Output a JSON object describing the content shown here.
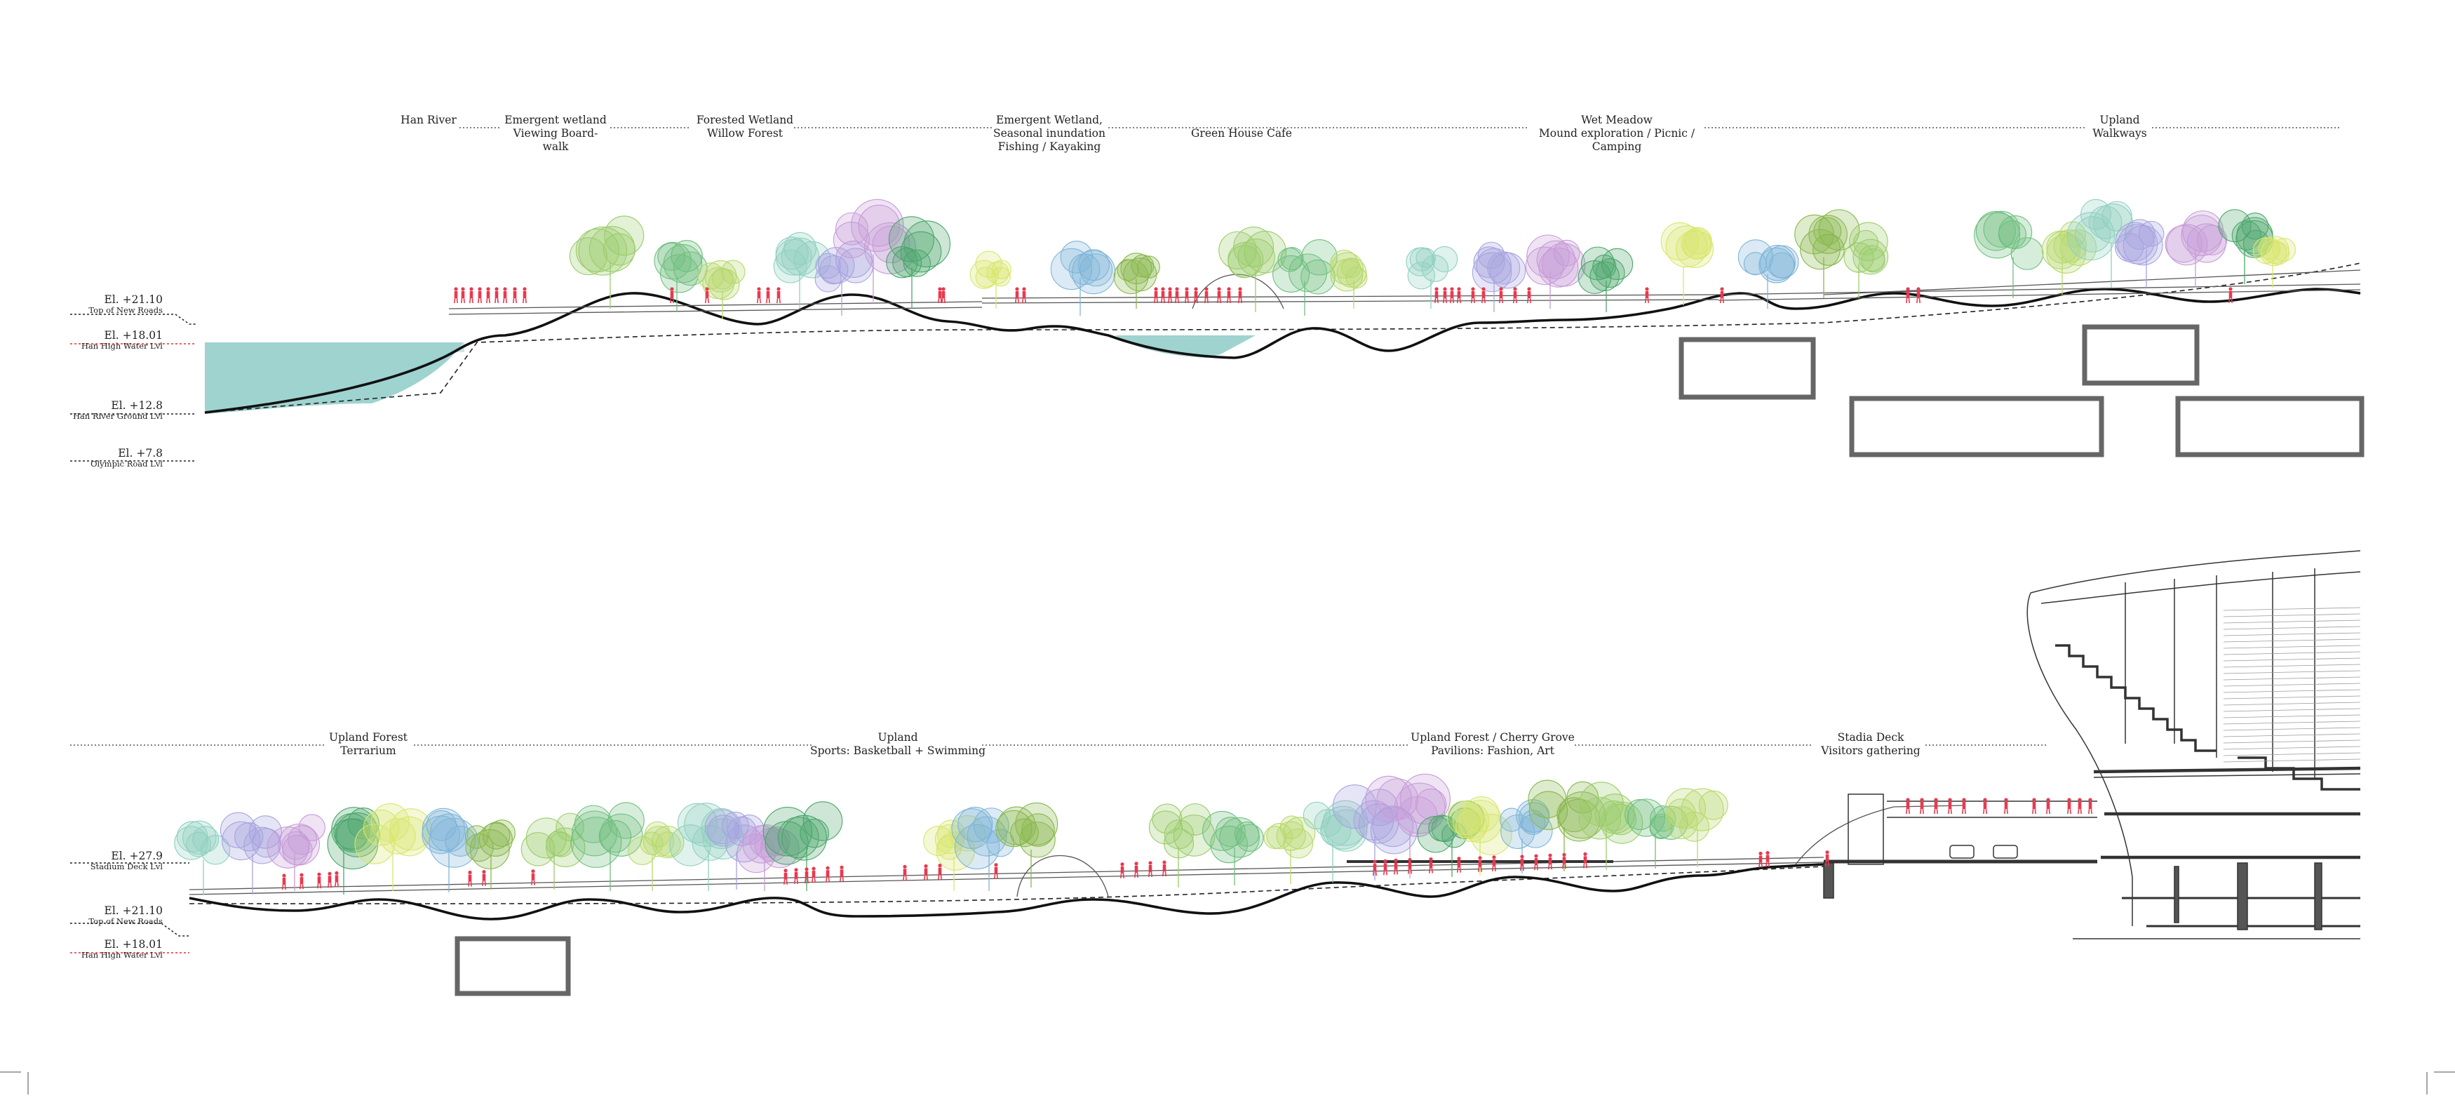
{
  "colors": {
    "ground": "#111111",
    "water": "#9fd3cf",
    "people": "#e8394f",
    "high_water_line": "#e0313f",
    "structure": "#444444",
    "tree_palette": [
      "#9ccb6a",
      "#6fbf7f",
      "#b7d96b",
      "#8fd0c0",
      "#a7a3e0",
      "#c79bd6",
      "#4aa76a",
      "#d9e66a",
      "#7fb5d9",
      "#88b84a"
    ]
  },
  "section_top": {
    "zones": [
      {
        "id": "han-river",
        "lines": [
          "Han River"
        ]
      },
      {
        "id": "emergent-wetland",
        "lines": [
          "Emergent wetland",
          "Viewing Board-",
          "walk"
        ]
      },
      {
        "id": "forested-wetland",
        "lines": [
          "Forested Wetland",
          "Willow Forest"
        ]
      },
      {
        "id": "emergent-wetland-seasonal",
        "lines": [
          "Emergent Wetland,",
          "Seasonal inundation",
          "Fishing / Kayaking"
        ]
      },
      {
        "id": "green-house-cafe",
        "lines": [
          "",
          "Green House Cafe"
        ]
      },
      {
        "id": "wet-meadow",
        "lines": [
          "Wet Meadow",
          "Mound exploration / Picnic /",
          "Camping"
        ]
      },
      {
        "id": "upland-walkways",
        "lines": [
          "Upland",
          "Walkways"
        ]
      }
    ],
    "elevations": [
      {
        "id": "top-new-roads",
        "value": "El. +21.10",
        "desc": "Top of New Roads",
        "red": false
      },
      {
        "id": "high-water",
        "value": "El. +18.01",
        "desc": "Han High Water Lvl",
        "red": true
      },
      {
        "id": "river-ground",
        "value": "El. +12.8",
        "desc": "Han River Ground Lvl",
        "red": false
      },
      {
        "id": "olympic-road",
        "value": "El. +7.8",
        "desc": "Olympic Road Lvl",
        "red": false
      }
    ]
  },
  "section_bottom": {
    "zones": [
      {
        "id": "upland-forest",
        "lines": [
          "Upland Forest",
          "Terrarium"
        ]
      },
      {
        "id": "upland-sports",
        "lines": [
          "Upland",
          "Sports: Basketball + Swimming"
        ]
      },
      {
        "id": "cherry-grove",
        "lines": [
          "Upland Forest / Cherry Grove",
          "Pavilions: Fashion, Art"
        ]
      },
      {
        "id": "stadia-deck",
        "lines": [
          "Stadia Deck",
          "Visitors gathering"
        ]
      }
    ],
    "elevations": [
      {
        "id": "stadium-deck",
        "value": "El. +27.9",
        "desc": "Stadium Deck Lvl",
        "red": false
      },
      {
        "id": "top-new-roads-2",
        "value": "El. +21.10",
        "desc": "Top of New Roads",
        "red": false
      },
      {
        "id": "high-water-2",
        "value": "El. +18.01",
        "desc": "Han High Water Lvl",
        "red": true
      }
    ]
  }
}
